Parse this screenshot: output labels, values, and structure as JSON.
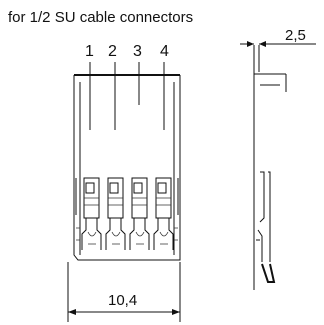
{
  "title": "for 1/2 SU cable connectors",
  "contacts": [
    "1",
    "2",
    "3",
    "4"
  ],
  "dim_width": "10,4",
  "dim_thickness": "2,5",
  "colors": {
    "line": "#111111",
    "background": "#ffffff"
  }
}
